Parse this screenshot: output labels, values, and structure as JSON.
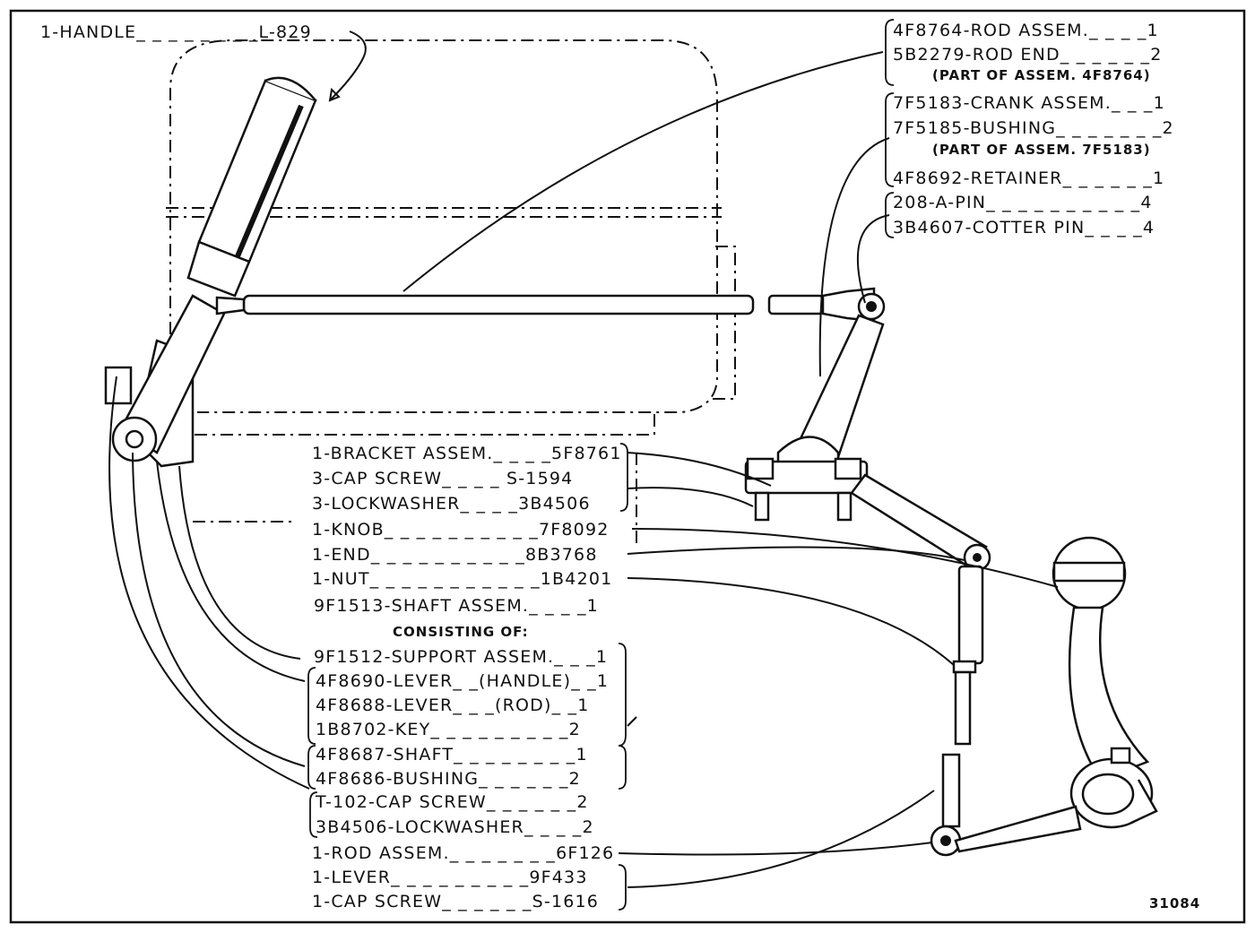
{
  "labels": {
    "handle": "1-HANDLE_ _ _ _ _ _ _ _L-829",
    "rod_assem": "4F8764-ROD ASSEM._ _ _ _1",
    "rod_end": "5B2279-ROD END_ _ _ _ _ _2",
    "rod_end_note": "(PART OF ASSEM. 4F8764)",
    "crank_assem": "7F5183-CRANK ASSEM._ _ _1",
    "bushing_crank": "7F5185-BUSHING_ _ _ _ _ _ _2",
    "bushing_note": "(PART OF ASSEM. 7F5183)",
    "retainer": "4F8692-RETAINER_ _ _ _ _ _1",
    "pin": "208-A-PIN_ _ _ _ _ _ _ _ _ _4",
    "cotter_pin": "3B4607-COTTER PIN_ _ _ _4",
    "bracket_assem": "1-BRACKET ASSEM._ _ _ _5F8761",
    "cap_screw_3": "3-CAP SCREW_ _ _ _ S-1594",
    "lockwasher_3": "3-LOCKWASHER_ _ _ _3B4506",
    "knob": "1-KNOB_ _ _ _ _ _ _ _ _ _7F8092",
    "end": "1-END_ _ _ _ _ _ _ _ _ _8B3768",
    "nut": "1-NUT_ _ _ _ _ _ _ _ _ _ _1B4201",
    "shaft_assem": "9F1513-SHAFT ASSEM._ _ _ _1",
    "consisting_of": "CONSISTING OF:",
    "support_assem": "9F1512-SUPPORT ASSEM._ _ _1",
    "lever_handle": "4F8690-LEVER_ _(HANDLE)_ _1",
    "lever_rod": "4F8688-LEVER_ _ _(ROD)_ _1",
    "key": "1B8702-KEY_ _ _ _ _ _ _ _ _2",
    "shaft": "4F8687-SHAFT_ _ _ _ _ _ _ _1",
    "bushing_shaft": "4F8686-BUSHING_ _ _ _ _ _2",
    "cap_screw_t102": "T-102-CAP SCREW_ _ _ _ _ _2",
    "lockwasher_2": "3B4506-LOCKWASHER_ _ _ _2",
    "rod_assem_2": "1-ROD ASSEM._ _ _ _ _ _ _6F126",
    "lever": "1-LEVER_ _ _ _ _ _ _ _ _9F433",
    "cap_screw_s1616": "1-CAP SCREW_ _ _ _ _ _S-1616",
    "figure_number": "31084"
  }
}
